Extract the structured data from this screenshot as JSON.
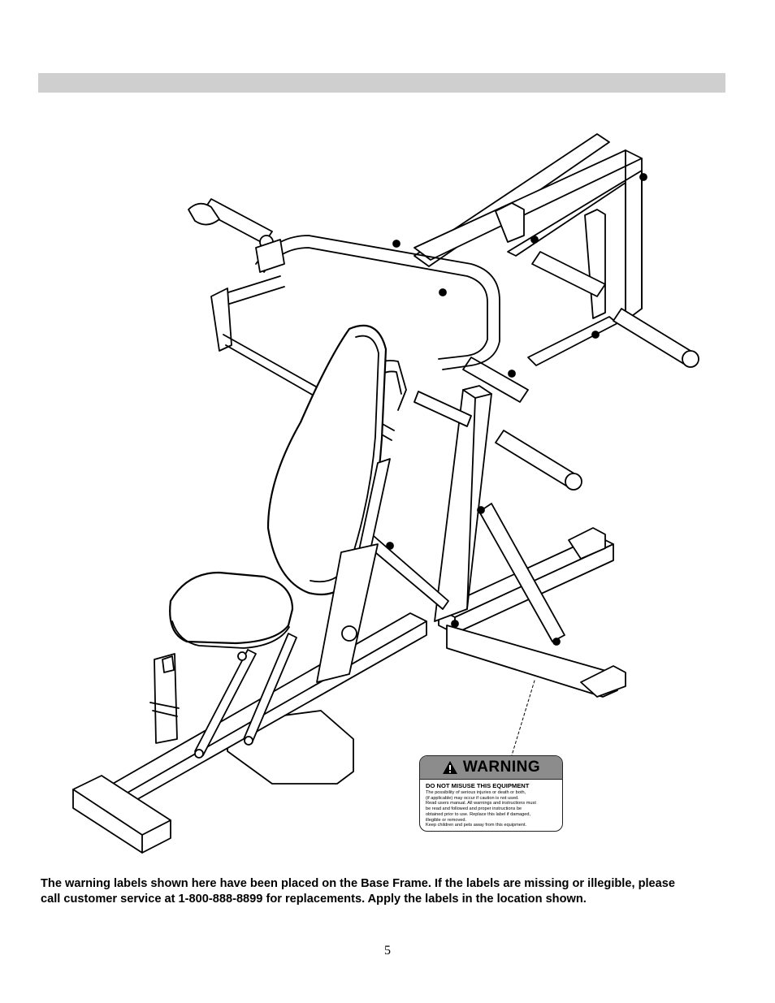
{
  "note": {
    "line1": "The warning labels shown here have been placed on the Base Frame.  If the labels are missing or illegible, please",
    "line2": "call customer service at 1-800-888-8899 for replacements.  Apply the labels in the location shown."
  },
  "page_number": "5",
  "warning_label": {
    "icon": "warning-triangle-icon",
    "heading": "WARNING",
    "subheading": "DO NOT MISUSE THIS EQUIPMENT",
    "lines": [
      "The possibility of serious injuries or death or both,",
      "(if applicable) may occur if caution is not used.",
      "Read users manual. All warnings and instructions must",
      "be read and followed and proper instructions be",
      "obtained prior to use. Replace this label if damaged,",
      "illegible or removed.",
      "Keep children and pets away from this equipment."
    ]
  },
  "illustration": "exercise-machine-line-drawing"
}
